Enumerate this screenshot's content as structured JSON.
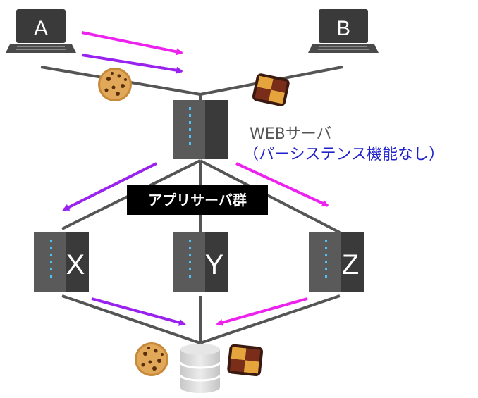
{
  "clients": [
    {
      "label": "A"
    },
    {
      "label": "B"
    }
  ],
  "web_server": {
    "label": "WEBサーバ",
    "note": "（パーシステンス機能なし）"
  },
  "app_server_group": {
    "label": "アプリサーバ群"
  },
  "app_servers": [
    {
      "label": "X"
    },
    {
      "label": "Y"
    },
    {
      "label": "Z"
    }
  ],
  "colors": {
    "line": "#555555",
    "arrow_pink": "#ee22ee",
    "arrow_purple": "#9922ee",
    "device_dark": "#3a3a3a",
    "device_mid": "#5a5a5a",
    "led": "#4fc3f7",
    "database": "#d8d8d8",
    "web_note": "#2020cc"
  },
  "icons": [
    "laptop-icon",
    "server-icon",
    "database-icon",
    "cookie-icon",
    "checkered-cookie-icon"
  ]
}
